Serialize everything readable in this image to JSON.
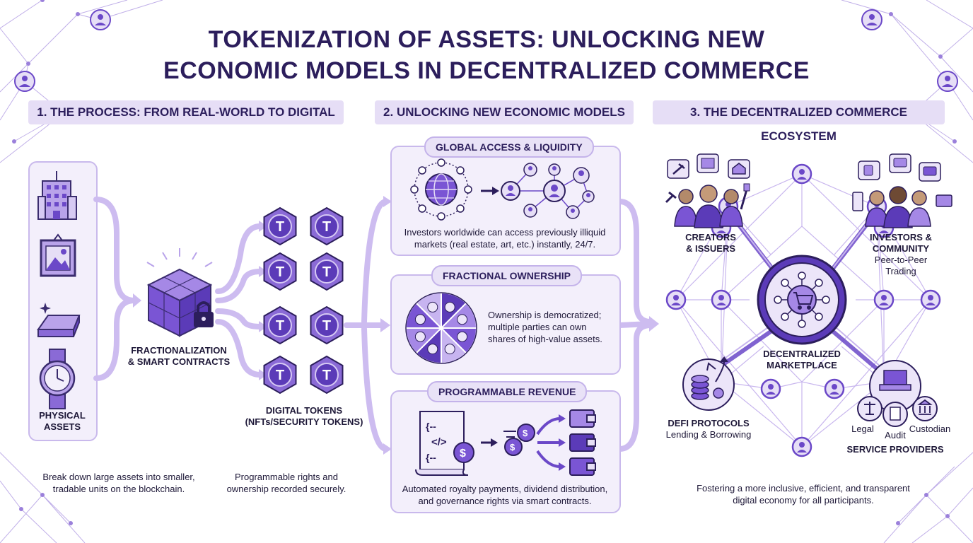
{
  "title_line1": "TOKENIZATION OF ASSETS: UNLOCKING NEW",
  "title_line2": "ECONOMIC MODELS IN DECENTRALIZED COMMERCE",
  "sections": {
    "process": {
      "header": "1. THE PROCESS: FROM REAL-WORLD TO DIGITAL",
      "physical_assets_label_1": "PHYSICAL",
      "physical_assets_label_2": "ASSETS",
      "fractionalization_label_1": "FRACTIONALIZATION",
      "fractionalization_label_2": "& SMART CONTRACTS",
      "tokens_label_1": "DIGITAL TOKENS",
      "tokens_label_2": "(NFTs/SECURITY TOKENS)",
      "token_glyph": "T",
      "desc_left_1": "Break down large assets into smaller,",
      "desc_left_2": "tradable units on the blockchain.",
      "desc_right_1": "Programmable rights and",
      "desc_right_2": "ownership recorded securely."
    },
    "models": {
      "header": "2. UNLOCKING NEW ECONOMIC MODELS",
      "global": {
        "title": "GLOBAL ACCESS & LIQUIDITY",
        "desc_1": "Investors worldwide can access previously illiquid",
        "desc_2": "markets (real estate, art, etc.) instantly, 24/7."
      },
      "fractional": {
        "title": "FRACTIONAL OWNERSHIP",
        "desc_1": "Ownership is democratized;",
        "desc_2": "multiple parties can own",
        "desc_3": "shares of high-value assets."
      },
      "revenue": {
        "title": "PROGRAMMABLE REVENUE",
        "desc_1": "Automated royalty payments, dividend distribution,",
        "desc_2": "and governance rights via smart contracts."
      }
    },
    "ecosystem": {
      "header": "3. THE DECENTRALIZED COMMERCE ECOSYSTEM",
      "creators_1": "CREATORS",
      "creators_2": "& ISSUERS",
      "investors_1": "INVESTORS &",
      "investors_2": "COMMUNITY",
      "investors_3": "Peer-to-Peer",
      "investors_4": "Trading",
      "marketplace_1": "DECENTRALIZED",
      "marketplace_2": "MARKETPLACE",
      "defi_1": "DEFI PROTOCOLS",
      "defi_2": "Lending & Borrowing",
      "legal": "Legal",
      "audit": "Audit",
      "custodian": "Custodian",
      "service_providers": "SERVICE PROVIDERS",
      "desc_1": "Fostering a more inclusive, efficient, and transparent",
      "desc_2": "digital economy for all participants."
    }
  },
  "colors": {
    "primary": "#6b48c8",
    "dark": "#2c1e5c",
    "light": "#e6def6",
    "flow": "#cbb9ef"
  }
}
